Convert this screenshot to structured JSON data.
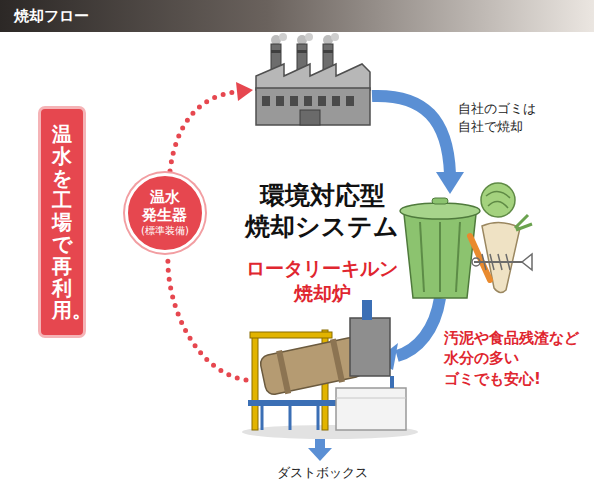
{
  "diagram": {
    "title": "焼却フロー",
    "nodes": [
      {
        "text": [
          "温水を工場で再利用。"
        ]
      },
      {
        "text": [
          "温水 発生器",
          "(標準装備)"
        ]
      }
    ],
    "labels": [
      "自社のゴミは 自社で焼却",
      "環境対応型 焼却システム",
      "ロータリーキルン 焼却炉",
      "汚泥や食品残渣など 水分の多い ゴミでも安心!",
      "ダストボックス"
    ]
  }
}
